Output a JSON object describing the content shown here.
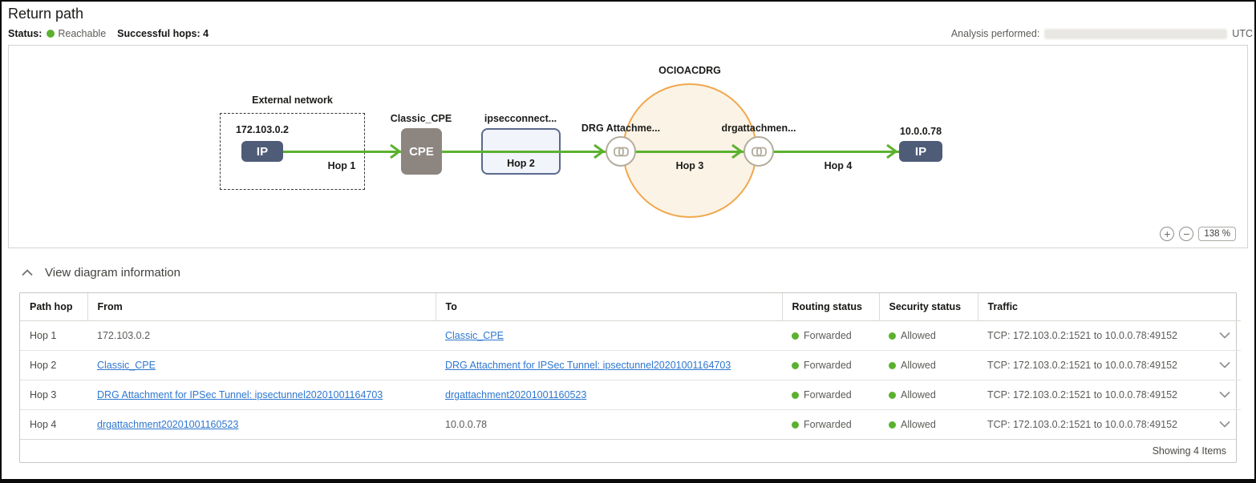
{
  "page": {
    "title": "Return path"
  },
  "status_bar": {
    "status_label": "Status:",
    "status_value": "Reachable",
    "hops_label": "Successful hops: 4",
    "analysis_label": "Analysis performed:",
    "analysis_timezone": "UTC"
  },
  "diagram": {
    "external_group_label": "External network",
    "drg_group_label": "OCIOACDRG",
    "source": {
      "label": "172.103.0.2",
      "badge": "IP"
    },
    "cpe": {
      "label": "Classic_CPE",
      "badge": "CPE"
    },
    "ipsec": {
      "label": "ipsecconnect...",
      "hop": "Hop 2"
    },
    "drg_attachment_in": {
      "label": "DRG Attachme..."
    },
    "drg_attachment_out": {
      "label": "drgattachmen..."
    },
    "destination": {
      "label": "10.0.0.78",
      "badge": "IP"
    },
    "hop1_label": "Hop 1",
    "hop3_label": "Hop 3",
    "hop4_label": "Hop 4",
    "zoom_level": "138 %"
  },
  "section": {
    "title": "View diagram information"
  },
  "table": {
    "columns": [
      "Path hop",
      "From",
      "To",
      "Routing status",
      "Security status",
      "Traffic"
    ],
    "rows": [
      {
        "hop": "Hop 1",
        "from": "172.103.0.2",
        "to": "Classic_CPE",
        "routing": "Forwarded",
        "security": "Allowed",
        "traffic": "TCP: 172.103.0.2:1521 to 10.0.0.78:49152"
      },
      {
        "hop": "Hop 2",
        "from": "Classic_CPE",
        "to": "DRG Attachment for IPSec Tunnel: ipsectunnel20201001164703",
        "routing": "Forwarded",
        "security": "Allowed",
        "traffic": "TCP: 172.103.0.2:1521 to 10.0.0.78:49152"
      },
      {
        "hop": "Hop 3",
        "from": "DRG Attachment for IPSec Tunnel: ipsectunnel20201001164703",
        "to": "drgattachment20201001160523",
        "routing": "Forwarded",
        "security": "Allowed",
        "traffic": "TCP: 172.103.0.2:1521 to 10.0.0.78:49152"
      },
      {
        "hop": "Hop 4",
        "from": "drgattachment20201001160523",
        "to": "10.0.0.78",
        "routing": "Forwarded",
        "security": "Allowed",
        "traffic": "TCP: 172.103.0.2:1521 to 10.0.0.78:49152"
      }
    ],
    "footer": "Showing 4 Items"
  },
  "colors": {
    "green": "#5BB12F",
    "orange": "#F1A74D",
    "link_blue": "#2E77D0",
    "node_slate": "#4E5C78",
    "node_gray": "#8D8680"
  }
}
